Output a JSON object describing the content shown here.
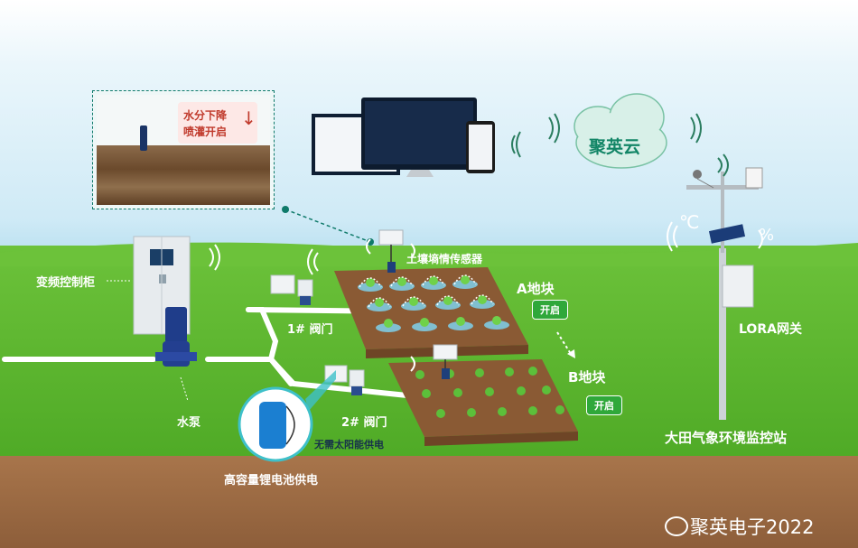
{
  "soil_callout": {
    "line1": "水分下降",
    "line2": "喷灌开启"
  },
  "cloud_label": "聚英云",
  "labels": {
    "cabinet": "变频控制柜",
    "pump": "水泵",
    "valve1": "1# 阀门",
    "valve2": "2# 阀门",
    "sensor": "土壤墒情传感器",
    "plot_a": "A地块",
    "plot_b": "B地块",
    "open_a": "开启",
    "open_b": "开启",
    "solar_free": "无需太阳能供电",
    "battery": "高容量锂电池供电",
    "lora": "LORA网关",
    "weather_station": "大田气象环境监控站",
    "celsius": "℃",
    "percent": "%"
  },
  "watermark": "聚英电子2022",
  "colors": {
    "grass": "#5cb82e",
    "soil": "#9b6a43",
    "accent_green": "#2fa83a",
    "sky": "#cfeaf6",
    "alert_red": "#c0392b"
  },
  "icons": [
    "wifi-signal-icon",
    "cloud-icon",
    "weibo-icon",
    "arrow-down-icon"
  ]
}
